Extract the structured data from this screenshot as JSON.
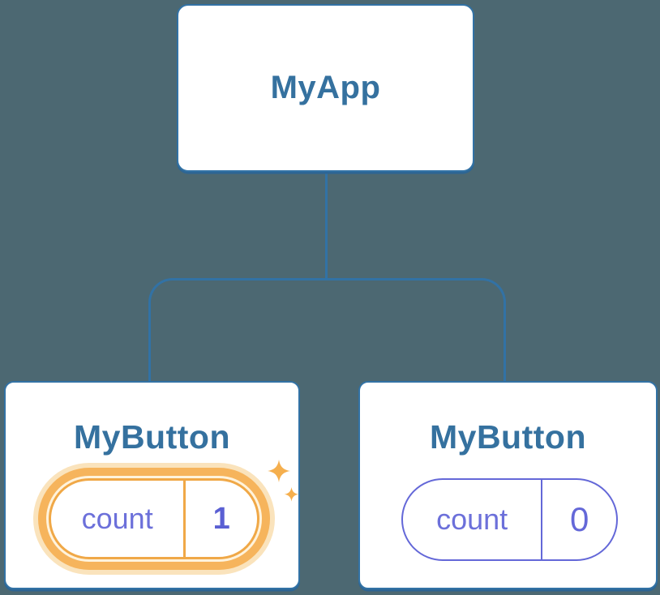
{
  "diagram": {
    "type": "react-component-tree",
    "root": {
      "label": "MyApp"
    },
    "children": [
      {
        "label": "MyButton",
        "state": {
          "key": "count",
          "value": "1"
        },
        "highlighted": true,
        "note": "state-updated"
      },
      {
        "label": "MyButton",
        "state": {
          "key": "count",
          "value": "0"
        },
        "highlighted": false
      }
    ]
  },
  "icons": {
    "sparkle": "sparkle-icon"
  },
  "colors": {
    "background": "#4C6872",
    "node_border": "#3272A5",
    "node_shadow": "#2D6594",
    "node_text": "#35719F",
    "state_text": "#6C70DA",
    "state_value": "#5A5FD3",
    "state_border_idle": "#6468D8",
    "highlight_ring": "#F6B45C",
    "highlight_halo": "#FAE3BC",
    "highlight_border": "#F0A847",
    "highlight_gap": "#FFF3DC",
    "sparkle": "#F5AF4E"
  }
}
